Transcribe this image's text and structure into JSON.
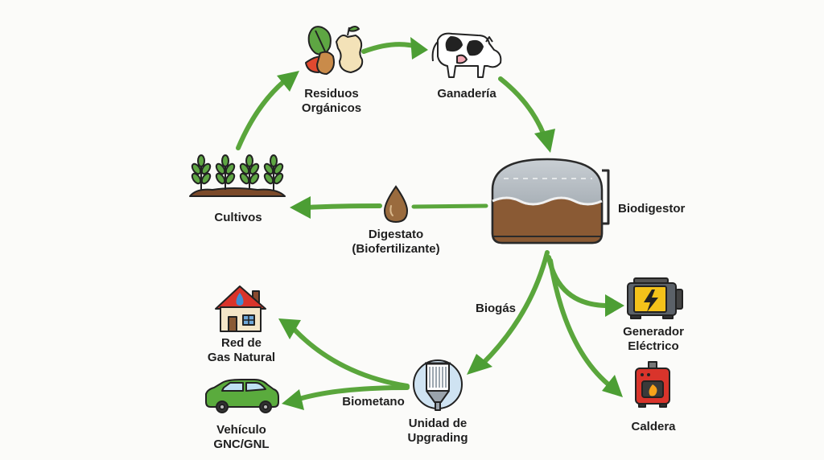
{
  "nodes": {
    "residuos": {
      "line1": "Residuos",
      "line2": "Orgánicos",
      "icon": "food-waste-icon"
    },
    "ganaderia": {
      "label": "Ganadería",
      "icon": "cow-icon"
    },
    "biodigestor": {
      "label": "Biodigestor",
      "icon": "digester-tank-icon"
    },
    "cultivos": {
      "label": "Cultivos",
      "icon": "crops-icon"
    },
    "digestato": {
      "line1": "Digestato",
      "line2": "(Biofertilizante)",
      "icon": "droplet-icon"
    },
    "generador": {
      "line1": "Generador",
      "line2": "Eléctrico",
      "icon": "generator-icon"
    },
    "caldera": {
      "label": "Caldera",
      "icon": "boiler-icon"
    },
    "upgrading": {
      "line1": "Unidad de",
      "line2": "Upgrading",
      "icon": "filter-icon"
    },
    "red_gas": {
      "line1": "Red de",
      "line2": "Gas Natural",
      "icon": "house-icon"
    },
    "vehiculo": {
      "line1": "Vehículo",
      "line2": "GNC/GNL",
      "icon": "car-icon"
    }
  },
  "edges": {
    "biogas": "Biogás",
    "biometano": "Biometano"
  },
  "colors": {
    "arrow": "#5aa63c",
    "arrow_dark": "#3d8a2a",
    "slurry": "#8a5a34",
    "tank": "#9aa3ab",
    "text": "#1f1f1f"
  }
}
